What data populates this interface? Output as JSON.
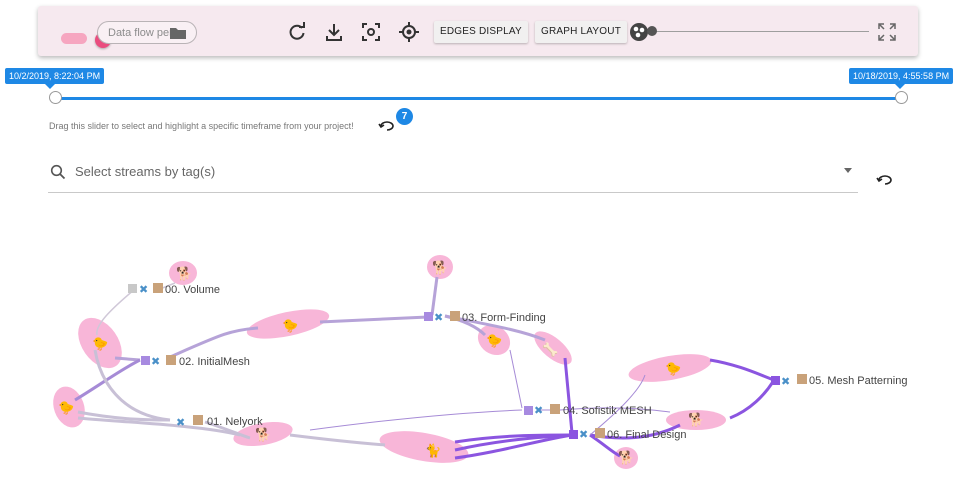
{
  "toolbar": {
    "chip_placeholder": "Data flow per",
    "edges_display_label": "EDGES DISPLAY",
    "graph_layout_label": "GRAPH LAYOUT",
    "accent_color": "#ea4d7f"
  },
  "timeline": {
    "start_label": "10/2/2019, 8:22:04 PM",
    "end_label": "10/18/2019, 4:55:58 PM",
    "hint": "Drag this slider to select and highlight a specific timeframe from your project!",
    "badge_count": "7",
    "accent_color": "#1e88e5"
  },
  "search": {
    "placeholder": "Select streams by tag(s)"
  },
  "graph": {
    "streams": [
      {
        "label": "00. Volume"
      },
      {
        "label": "02. InitialMesh"
      },
      {
        "label": "01. Nelyork"
      },
      {
        "label": "03. Form-Finding"
      },
      {
        "label": "04. Sofistik MESH"
      },
      {
        "label": "06. Final Design"
      },
      {
        "label": "05. Mesh Patterning"
      }
    ]
  }
}
